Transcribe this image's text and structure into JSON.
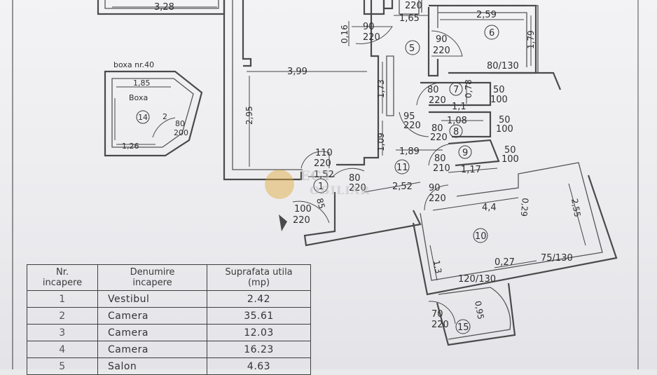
{
  "plan": {
    "dimensions": {
      "d_top_left": "3,28",
      "d_1_65": "1,65",
      "d_2_59": "2,59",
      "d_0_16": "0,16",
      "d_1_79": "1,79",
      "d_3_99": "3,99",
      "d_2_95": "2,95",
      "d_1_73": "1,73",
      "d_1_09": "1,09",
      "d_1_1": "1,1",
      "d_0_78": "0,78",
      "d_1_08": "1,08",
      "d_1_89": "1,89",
      "d_1_52": "1,52",
      "d_2_52": "2,52",
      "d_1_17": "1,17",
      "d_4_4": "4,4",
      "d_0_29": "0,29",
      "d_2_55": "2,55",
      "d_0_85": "85",
      "d_1_3": "1,3",
      "d_0_27": "0,27",
      "d_0_95": "0,95",
      "d_1_85": "1,85",
      "d_1_26": "1,26",
      "d_2": "2"
    },
    "doors": {
      "d_220_top": "220",
      "d_90_220_a_top": "90",
      "d_90_220_a_bot": "220",
      "d_90_220_b_top": "90",
      "d_90_220_b_bot": "220",
      "d_80_130": "80/130",
      "d_80_220_7_top": "80",
      "d_80_220_7_bot": "220",
      "d_50_100_a_top": "50",
      "d_50_100_a_bot": "100",
      "d_95_220_top": "95",
      "d_95_220_bot": "220",
      "d_80_220_8_top": "80",
      "d_80_220_8_bot": "220",
      "d_50_100_b_top": "50",
      "d_50_100_b_bot": "100",
      "d_50_100_c_top": "50",
      "d_50_100_c_bot": "100",
      "d_110_220_top": "110",
      "d_110_220_bot": "220",
      "d_80_220_11_top": "80",
      "d_80_220_11_bot": "220",
      "d_80_210_top": "80",
      "d_80_210_bot": "210",
      "d_90_220_c_top": "90",
      "d_90_220_c_bot": "220",
      "d_100_220_top": "100",
      "d_100_220_bot": "220",
      "d_75_130": "75/130",
      "d_120_130": "120/130",
      "d_70_220_top": "70",
      "d_70_220_bot": "220",
      "d_80_200_top": "80",
      "d_80_200_bot": "200"
    },
    "room_numbers": {
      "r1": "1",
      "r5": "5",
      "r6": "6",
      "r7": "7",
      "r8": "8",
      "r9": "9",
      "r10": "10",
      "r11": "11",
      "r14": "14",
      "r15": "15"
    },
    "storage": {
      "title": "boxa nr.40",
      "label": "Boxa"
    }
  },
  "watermark": {
    "line1": "ECT",
    "line2": "OBILIAR"
  },
  "table": {
    "headers": {
      "nr": [
        "Nr.",
        "incapere"
      ],
      "name": [
        "Denumire",
        "incapere"
      ],
      "area": [
        "Suprafata utila",
        "(mp)"
      ]
    },
    "rows": [
      {
        "nr": "1",
        "name": "Vestibul",
        "area": "2.42"
      },
      {
        "nr": "2",
        "name": "Camera",
        "area": "35.61"
      },
      {
        "nr": "3",
        "name": "Camera",
        "area": "12.03"
      },
      {
        "nr": "4",
        "name": "Camera",
        "area": "16.23"
      },
      {
        "nr": "5",
        "name": "Salon",
        "area": "4.63"
      }
    ]
  }
}
